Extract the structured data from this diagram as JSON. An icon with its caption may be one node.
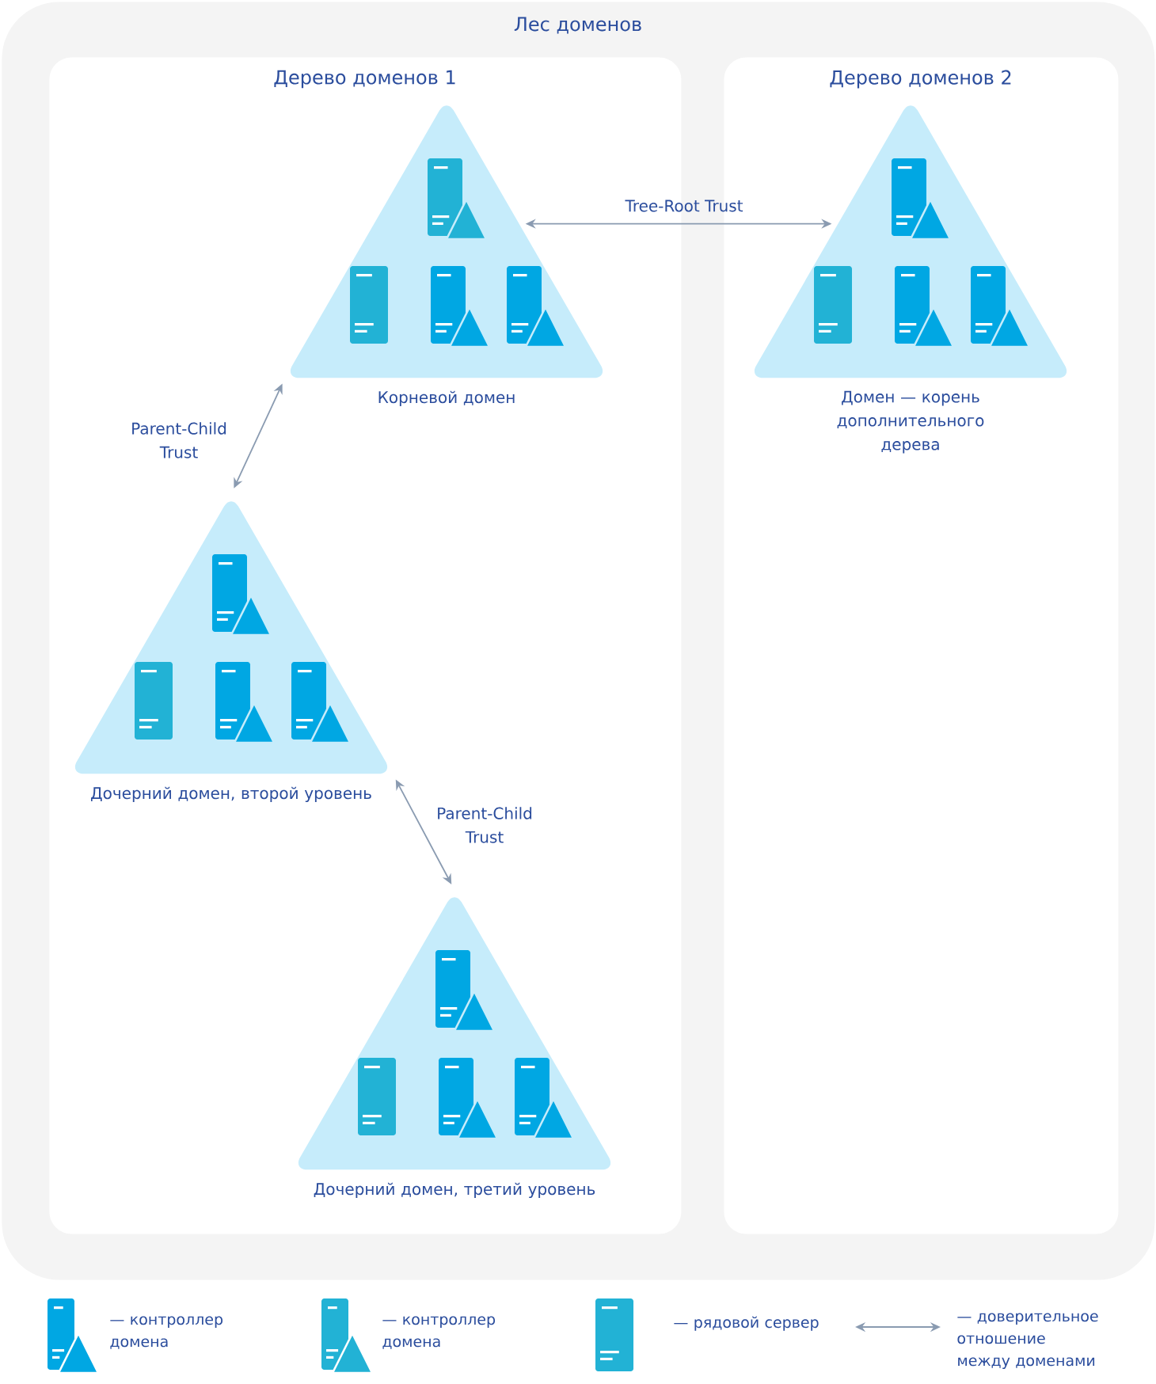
{
  "diagram": {
    "nodes": [
      {
        "text": [
          "Лес доменов"
        ]
      },
      {
        "text": [
          "Дерево доменов 1"
        ],
        "in": 0
      },
      {
        "text": [
          "Дерево доменов 2"
        ],
        "in": 0
      },
      {
        "text": [
          "Корневой домен"
        ],
        "in": 1
      },
      {
        "text": [
          "Домен — корень дополнительного дерева"
        ],
        "in": 2
      },
      {
        "text": [
          "Дочерний домен, второй уровень"
        ],
        "in": 1
      },
      {
        "text": [
          "Дочерний домен, третий уровень"
        ],
        "in": 1
      }
    ],
    "edges": [
      {
        "from": 3,
        "to": 4,
        "arrow": "both",
        "label": "Tree-Root Trust"
      },
      {
        "from": 3,
        "to": 5,
        "arrow": "both",
        "label": "Parent-Child Trust"
      },
      {
        "from": 5,
        "to": 6,
        "arrow": "both",
        "label": "Parent-Child Trust"
      }
    ],
    "legend": [
      {
        "text": "— контроллер домена"
      },
      {
        "text": "— контроллер домена"
      },
      {
        "text": "— рядовой сервер"
      },
      {
        "text": "— доверительное отношение между доменами"
      }
    ]
  }
}
